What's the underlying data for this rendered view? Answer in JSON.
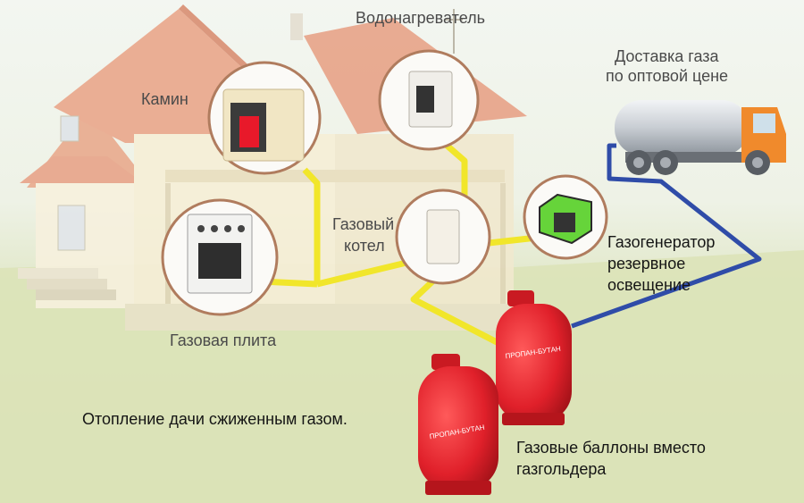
{
  "labels": {
    "water_heater": "Водонагреватель",
    "delivery_line1": "Доставка газа",
    "delivery_line2": "по оптовой цене",
    "fireplace": "Камин",
    "boiler_line1": "Газовый",
    "boiler_line2": "котел",
    "generator_line1": "Газогенератор",
    "generator_line2": "резервное",
    "generator_line3": "освещение",
    "stove": "Газовая плита",
    "caption": "Отопление дачи сжиженным газом.",
    "cylinders_line1": "Газовые баллоны вместо",
    "cylinders_line2": "газгольдера"
  },
  "cylinder_label": "ПРОПАН-БУТАН",
  "colors": {
    "pipe_gas": "#f1e62a",
    "pipe_delivery": "#2f4ca8",
    "cylinder": "#e0202a",
    "roof": "#e8a88a",
    "ground": "#d3dcaf"
  }
}
